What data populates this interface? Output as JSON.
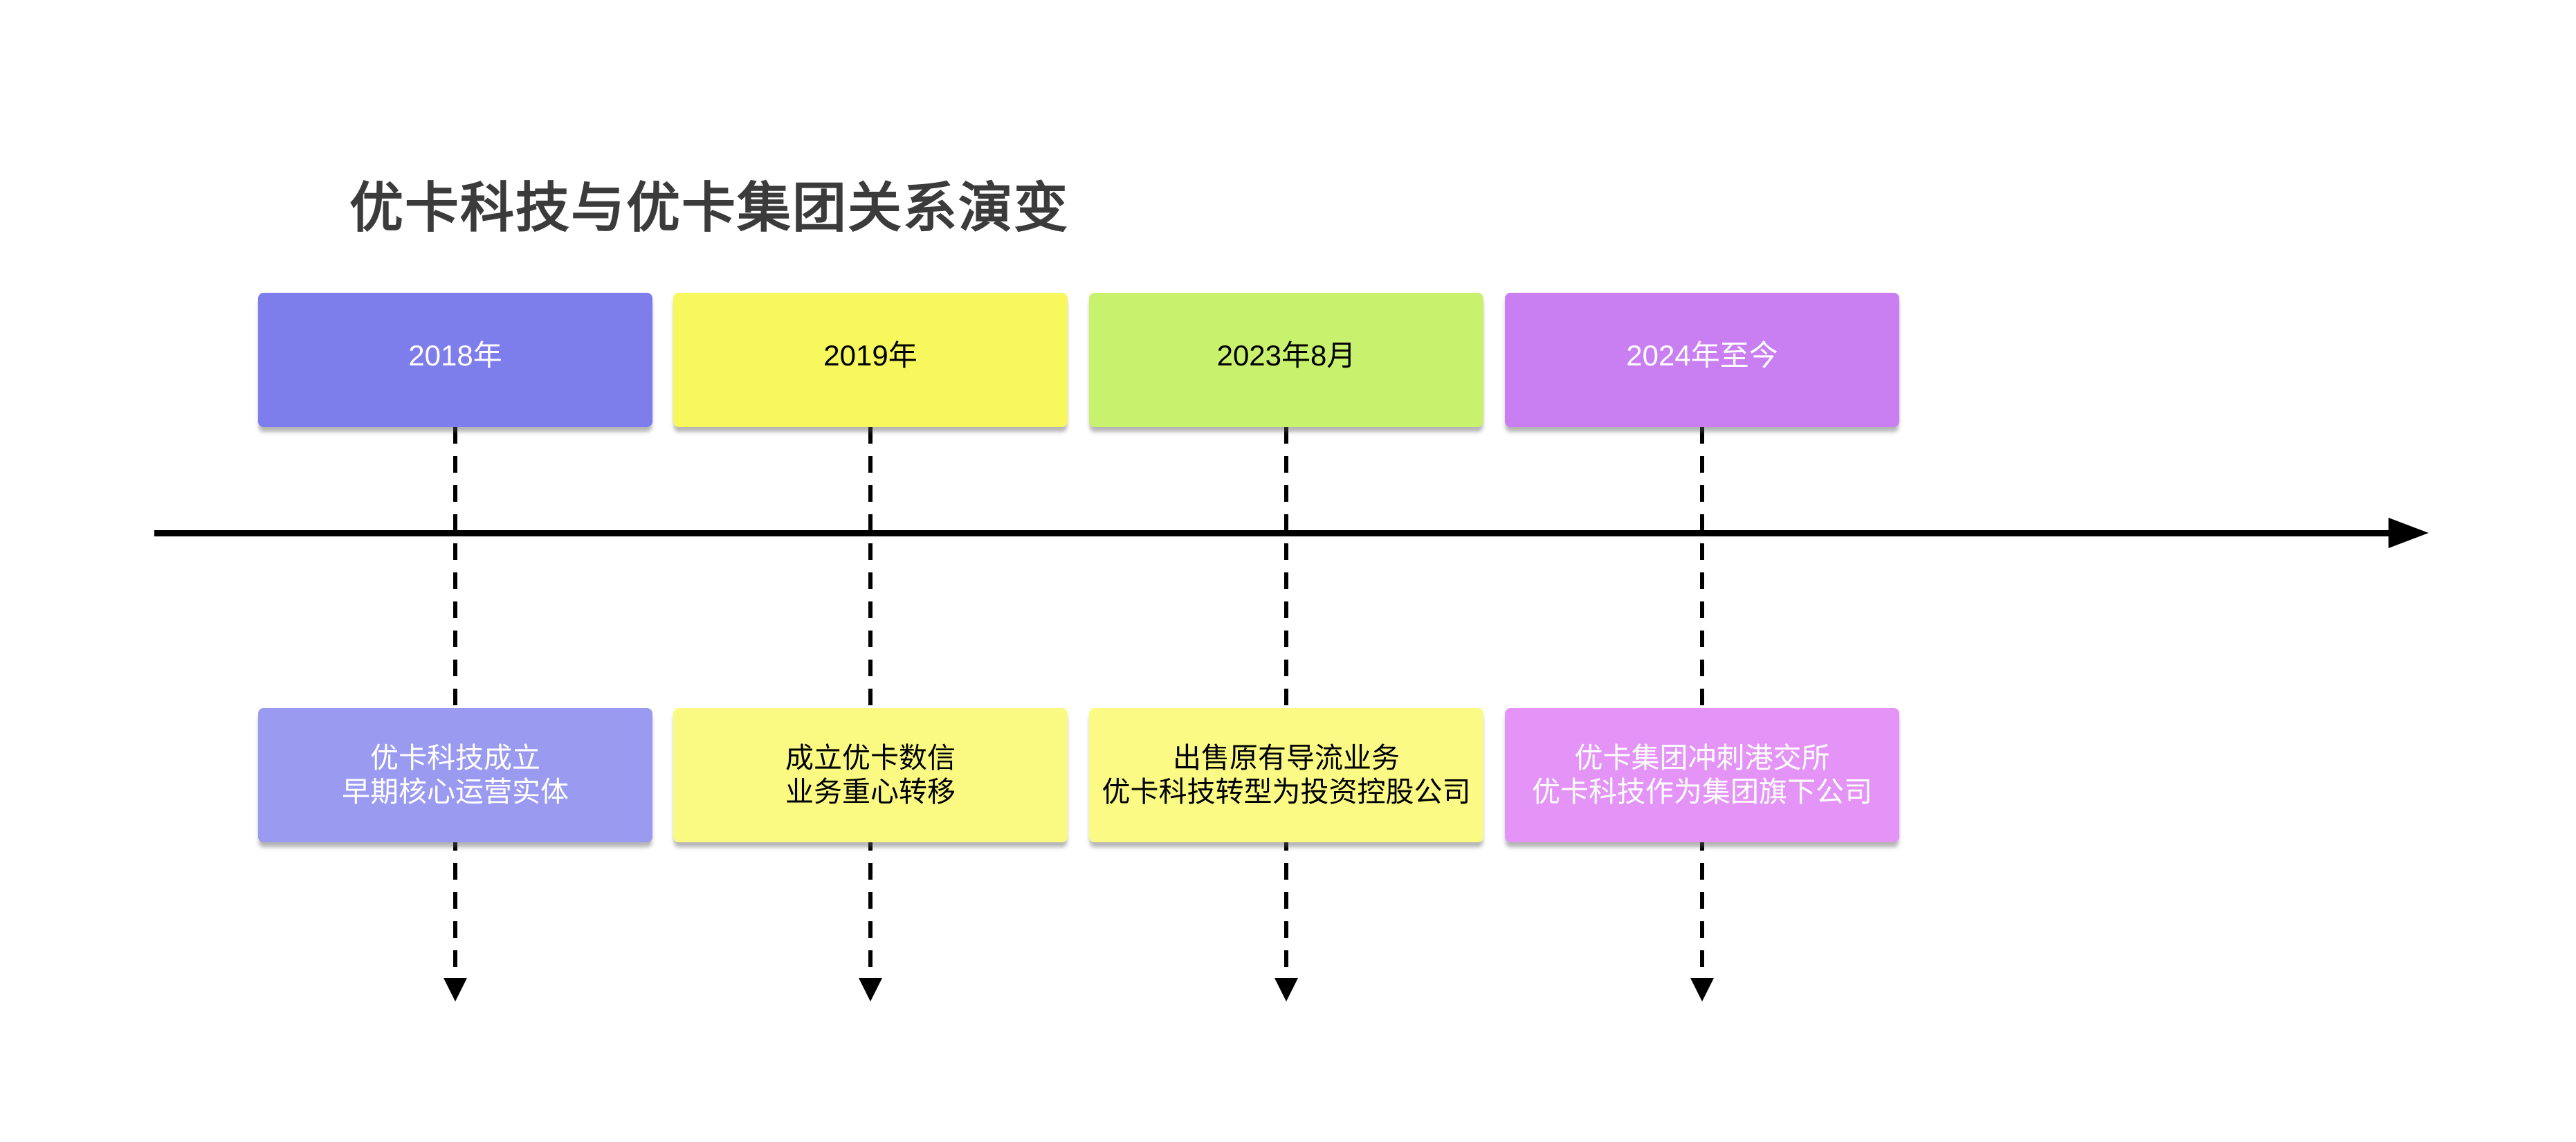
{
  "title": "优卡科技与优卡集团关系演变",
  "timeline": {
    "axis_color": "#000000",
    "events": [
      {
        "year": "2018年",
        "desc_line1": "优卡科技成立",
        "desc_line2": "早期核心运营实体",
        "year_box_color": "#7d7dec",
        "desc_box_color": "#9a9af0",
        "year_text_color": "#ffffff",
        "desc_text_color": "#ffffff"
      },
      {
        "year": "2019年",
        "desc_line1": "成立优卡数信",
        "desc_line2": "业务重心转移",
        "year_box_color": "#f7f75e",
        "desc_box_color": "#fafa82",
        "year_text_color": "#000000",
        "desc_text_color": "#000000"
      },
      {
        "year": "2023年8月",
        "desc_line1": "出售原有导流业务",
        "desc_line2": "优卡科技转型为投资控股公司",
        "year_box_color": "#c8f26e",
        "desc_box_color": "#fafa85",
        "year_text_color": "#000000",
        "desc_text_color": "#000000"
      },
      {
        "year": "2024年至今",
        "desc_line1": "优卡集团冲刺港交所",
        "desc_line2": "优卡科技作为集团旗下公司",
        "year_box_color": "#c97ef2",
        "desc_box_color": "#e394f6",
        "year_text_color": "#ffffff",
        "desc_text_color": "#ffffff"
      }
    ]
  }
}
